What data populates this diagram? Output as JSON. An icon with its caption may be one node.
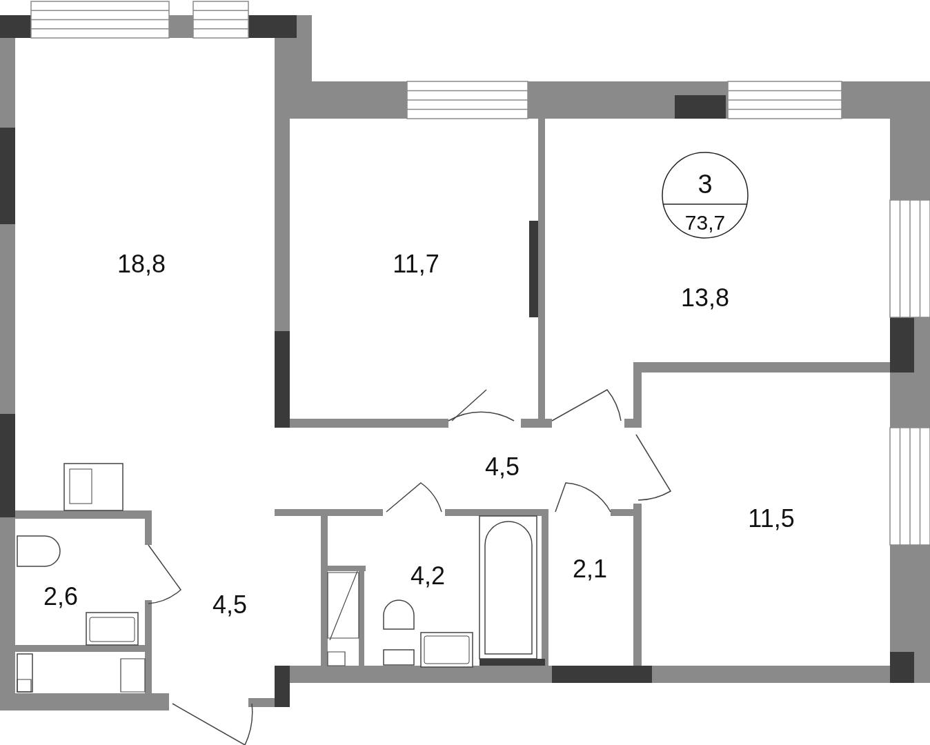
{
  "diagram": {
    "nodes": [
      {
        "text": [
          "18,8"
        ]
      },
      {
        "text": [
          "11,7"
        ]
      },
      {
        "text": [
          "13,8"
        ]
      },
      {
        "text": [
          "3",
          "73,7"
        ],
        "in": 2
      },
      {
        "text": [
          "4,5"
        ]
      },
      {
        "text": [
          "2,6"
        ]
      },
      {
        "text": [
          "4,5"
        ]
      },
      {
        "text": [
          "4,2"
        ]
      },
      {
        "text": [
          "2,1"
        ]
      },
      {
        "text": [
          "11,5"
        ]
      }
    ]
  }
}
